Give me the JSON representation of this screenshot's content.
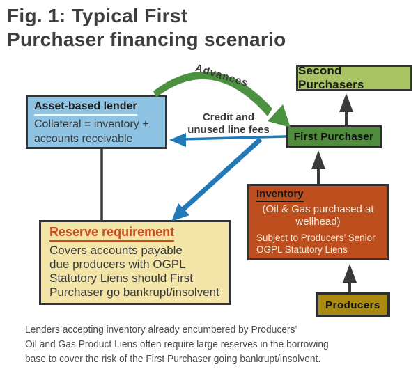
{
  "title": {
    "line1": "Fig. 1: Typical First",
    "line2": "Purchaser financing scenario"
  },
  "boxes": {
    "asset_lender": {
      "title": "Asset-based lender",
      "body_line1": "Collateral = inventory +",
      "body_line2": "accounts receivable",
      "fill": "#8fc3e4"
    },
    "second_purchasers": {
      "label": "Second Purchasers",
      "fill": "#a9c464"
    },
    "first_purchaser": {
      "label": "First Purchaser",
      "fill": "#4f8d3c"
    },
    "inventory": {
      "title": "Inventory",
      "subtitle_line1": "(Oil & Gas purchased at",
      "subtitle_line2": "wellhead)",
      "body_line1": "Subject to Producers’ Senior",
      "body_line2": "OGPL Statutory Liens",
      "fill": "#bc4f1d"
    },
    "reserve": {
      "title": "Reserve requirement",
      "body_line1": "Covers accounts payable",
      "body_line2": "due producers with OGPL",
      "body_line3": "Statutory Liens should First",
      "body_line4": "Purchaser go bankrupt/insolvent",
      "fill": "#f3e5a7",
      "title_color": "#cc4a1c"
    },
    "producers": {
      "label": "Producers",
      "fill": "#aa8a0e"
    }
  },
  "arrows": {
    "advances_label": "Advances",
    "credit_label_line1": "Credit and",
    "credit_label_line2": "unused line fees",
    "green_color": "#4c9140",
    "blue_color": "#2279b7",
    "dark_color": "#3a3a3a"
  },
  "footer": {
    "line1": "Lenders accepting inventory already encumbered by Producers’",
    "line2": "Oil and Gas Product Liens often require large reserves in the borrowing",
    "line3": "base to cover the risk of the First Purchaser going bankrupt/insolvent."
  },
  "colors": {
    "background": "#ffffff",
    "title_text": "#3e3e3f",
    "box_border": "#333333",
    "footer_text": "#4b4b4b"
  }
}
